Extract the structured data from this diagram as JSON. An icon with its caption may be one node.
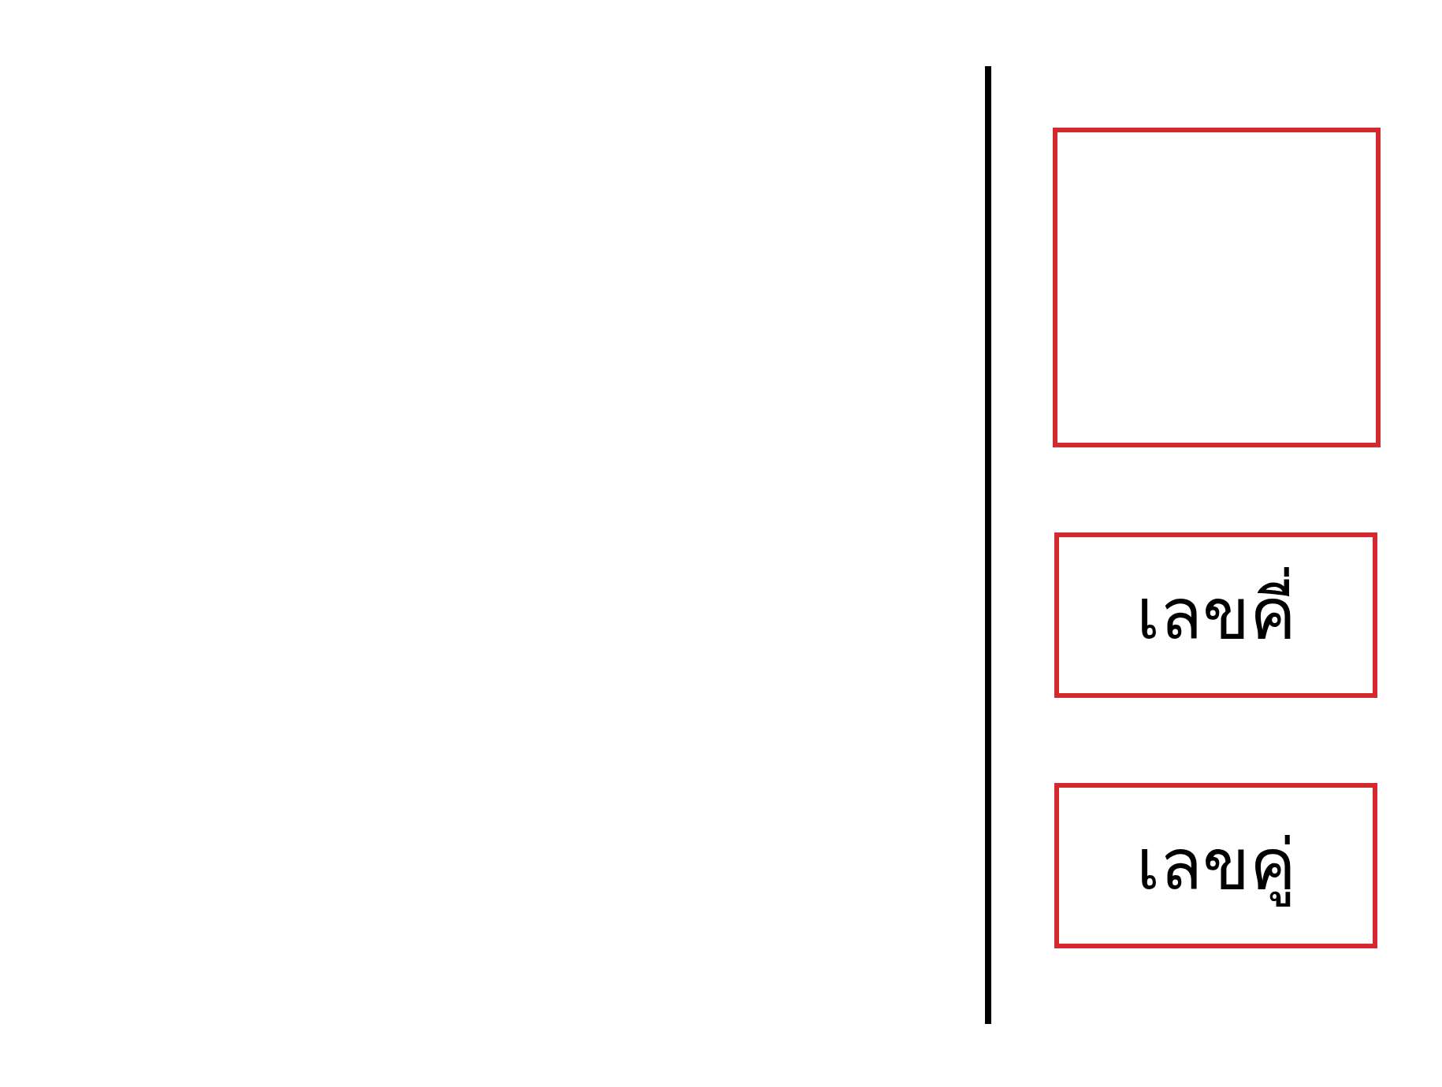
{
  "diagram": {
    "nodes": [
      {
        "text": [],
        "shape": "box"
      },
      {
        "text": [
          "เลขคี่"
        ]
      },
      {
        "text": [
          "เลขคู่"
        ]
      }
    ]
  }
}
